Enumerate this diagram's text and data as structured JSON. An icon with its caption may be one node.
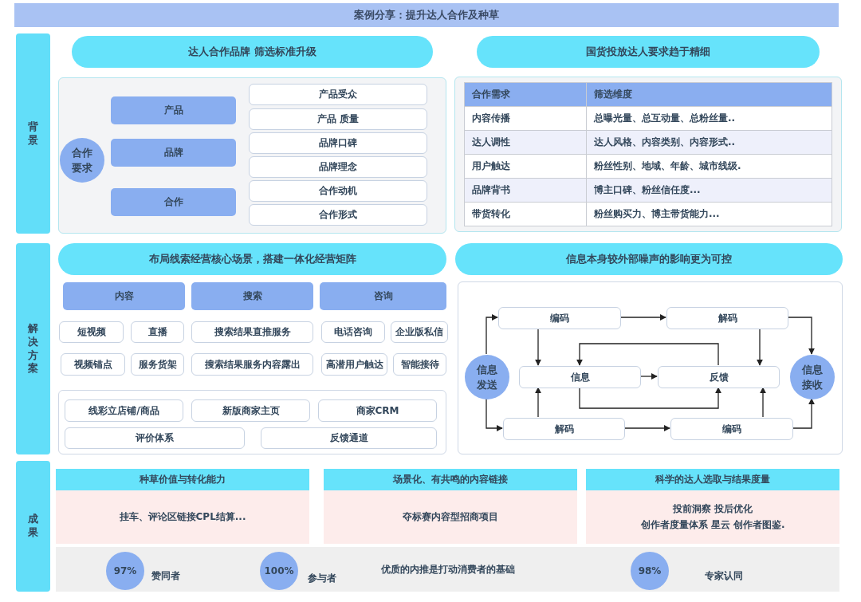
{
  "diagram": {
    "title": "案例分享：提升达人合作及种草",
    "nodes": [
      {
        "text": [
          "背景"
        ]
      },
      {
        "text": [
          "达人合作品牌 筛选标准升级"
        ]
      },
      {
        "text": [
          "国货投放达人要求趋于精细"
        ]
      },
      {
        "text": [],
        "shape": "box"
      },
      {
        "text": [
          "合作要求"
        ],
        "in": 3
      },
      {
        "text": [
          "产品"
        ],
        "in": 3
      },
      {
        "text": [
          "品牌"
        ],
        "in": 3
      },
      {
        "text": [
          "合作"
        ],
        "in": 3
      },
      {
        "text": [
          "产品受众"
        ],
        "in": 3
      },
      {
        "text": [
          "产品 质量"
        ],
        "in": 3
      },
      {
        "text": [
          "品牌口碑"
        ],
        "in": 3
      },
      {
        "text": [
          "品牌理念"
        ],
        "in": 3
      },
      {
        "text": [
          "合作动机"
        ],
        "in": 3
      },
      {
        "text": [
          "合作形式"
        ],
        "in": 3
      },
      {
        "text": [
          "解决方案"
        ]
      },
      {
        "text": [
          "布局线索经营核心场景，搭建一体化经营矩阵"
        ]
      },
      {
        "text": [
          "信息本身较外部噪声的影响更为可控"
        ]
      },
      {
        "text": [
          "内容"
        ]
      },
      {
        "text": [
          "搜索"
        ]
      },
      {
        "text": [
          "咨询"
        ]
      },
      {
        "text": [
          "短视频"
        ]
      },
      {
        "text": [
          "直播"
        ]
      },
      {
        "text": [
          "搜索结果直推服务"
        ]
      },
      {
        "text": [
          "电话咨询"
        ]
      },
      {
        "text": [
          "企业版私信"
        ]
      },
      {
        "text": [
          "视频锚点"
        ]
      },
      {
        "text": [
          "服务货架"
        ]
      },
      {
        "text": [
          "搜索结果服务内容露出"
        ]
      },
      {
        "text": [
          "高潜用户触达"
        ]
      },
      {
        "text": [
          "智能接待"
        ]
      },
      {
        "text": [],
        "shape": "box"
      },
      {
        "text": [
          "线彩立店铺/商品"
        ],
        "in": 30
      },
      {
        "text": [
          "新版商家主页"
        ],
        "in": 30
      },
      {
        "text": [
          "商家CRM"
        ],
        "in": 30
      },
      {
        "text": [
          "评价体系"
        ],
        "in": 30
      },
      {
        "text": [
          "反馈通道"
        ],
        "in": 30
      },
      {
        "text": [],
        "shape": "box"
      },
      {
        "text": [
          "信息发送"
        ],
        "in": 36
      },
      {
        "text": [
          "编码"
        ],
        "in": 36
      },
      {
        "text": [
          "解码"
        ],
        "in": 36
      },
      {
        "text": [
          "信息"
        ],
        "in": 36
      },
      {
        "text": [
          "反馈"
        ],
        "in": 36
      },
      {
        "text": [
          "信息接收"
        ],
        "in": 36
      },
      {
        "text": [
          "解码"
        ],
        "in": 36
      },
      {
        "text": [
          "编码"
        ],
        "in": 36
      },
      {
        "text": [
          "成果"
        ]
      },
      {
        "text": [
          "种草价值与转化能力"
        ]
      },
      {
        "text": [
          "挂车、评论区链接CPL结算..."
        ]
      },
      {
        "text": [
          "场景化、有共鸣的内容链接"
        ]
      },
      {
        "text": [
          "夺标赛内容型招商项目"
        ]
      },
      {
        "text": [
          "科学的达人选取与结果度量"
        ]
      },
      {
        "text": [
          "投前洞察 投后优化",
          "创作者度量体系 星云 创作者图鉴."
        ]
      },
      {
        "text": [
          "优质的内推是打动消费者的基础"
        ]
      },
      {
        "text": [
          "97%"
        ],
        "in": 52,
        "beside": [
          "赞同者"
        ]
      },
      {
        "text": [
          "100%"
        ],
        "in": 52,
        "beside": [
          "参与者"
        ]
      },
      {
        "text": [
          "98%"
        ],
        "in": 52,
        "beside": [
          "专家认同"
        ]
      }
    ],
    "edges": [
      {
        "from": 37,
        "to": 38,
        "arrow": "to"
      },
      {
        "from": 37,
        "to": 43,
        "arrow": "to"
      },
      {
        "from": 38,
        "to": 39,
        "arrow": "to"
      },
      {
        "from": 38,
        "to": 40,
        "arrow": "to"
      },
      {
        "from": 39,
        "to": 42,
        "arrow": "to"
      },
      {
        "from": 39,
        "to": 41,
        "arrow": "to"
      },
      {
        "from": 40,
        "to": 41,
        "arrow": "to"
      },
      {
        "from": 41,
        "to": 40,
        "arrow": "to"
      },
      {
        "from": 40,
        "to": 41,
        "arrow": "to"
      },
      {
        "from": 43,
        "to": 40,
        "arrow": "to"
      },
      {
        "from": 43,
        "to": 44,
        "arrow": "to"
      },
      {
        "from": 44,
        "to": 41,
        "arrow": "to"
      },
      {
        "from": 44,
        "to": 42,
        "arrow": "to"
      }
    ],
    "labels": [
      "合作需求",
      "筛选维度",
      "内容传播",
      "总曝光量、总互动量、总粉丝量..",
      "达人调性",
      "达人风格、内容类别、内容形式..",
      "用户触达",
      "粉丝性别、地域、年龄、城市线级.",
      "品牌背书",
      "博主口碑、粉丝信任度...",
      "带货转化",
      "粉丝购买力、博主带货能力..."
    ]
  }
}
